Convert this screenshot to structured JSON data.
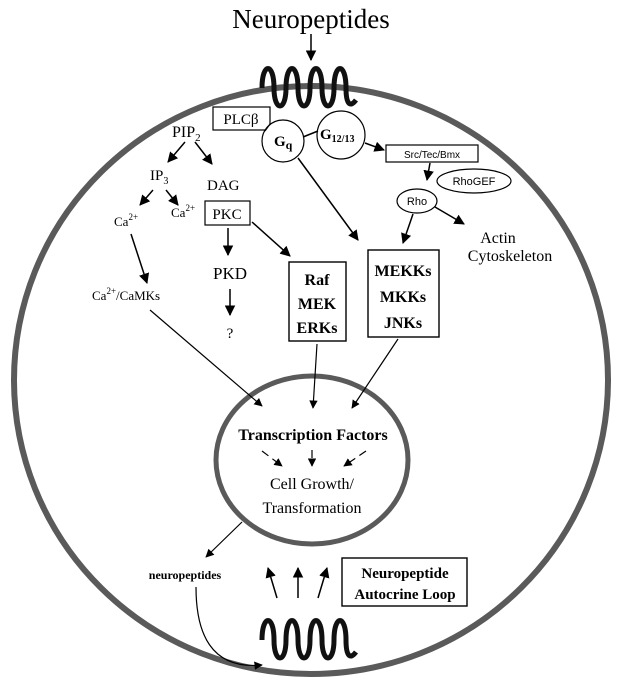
{
  "title": "Neuropeptides",
  "labels": {
    "pip2": "PIP",
    "pip2_sub": "2",
    "plc": "PLCβ",
    "gq": "G",
    "gq_sub": "q",
    "g1213": "G",
    "g1213_sub": "12/13",
    "src": "Src/Tec/Bmx",
    "rhogef": "RhoGEF",
    "rho": "Rho",
    "actin_1": "Actin",
    "actin_2": "Cytoskeleton",
    "ip3": "IP",
    "ip3_sub": "3",
    "dag": "DAG",
    "ca_left": "Ca",
    "ca_left_sup": "2+",
    "ca_mid": "Ca",
    "ca_mid_sup": "2+",
    "pkc": "PKC",
    "pkd": "PKD",
    "question": "?",
    "camk_ca": "Ca",
    "camk_sup": "2+",
    "camk_rest": "/CaMKs",
    "raf": "Raf",
    "mek": "MEK",
    "erks": "ERKs",
    "mekks": "MEKKs",
    "mkks": "MKKs",
    "jnks": "JNKs",
    "tf": "Transcription Factors",
    "growth_1": "Cell Growth/",
    "growth_2": "Transformation",
    "neuropeptides_small": "neuropeptides",
    "loop_1": "Neuropeptide",
    "loop_2": "Autocrine Loop"
  }
}
